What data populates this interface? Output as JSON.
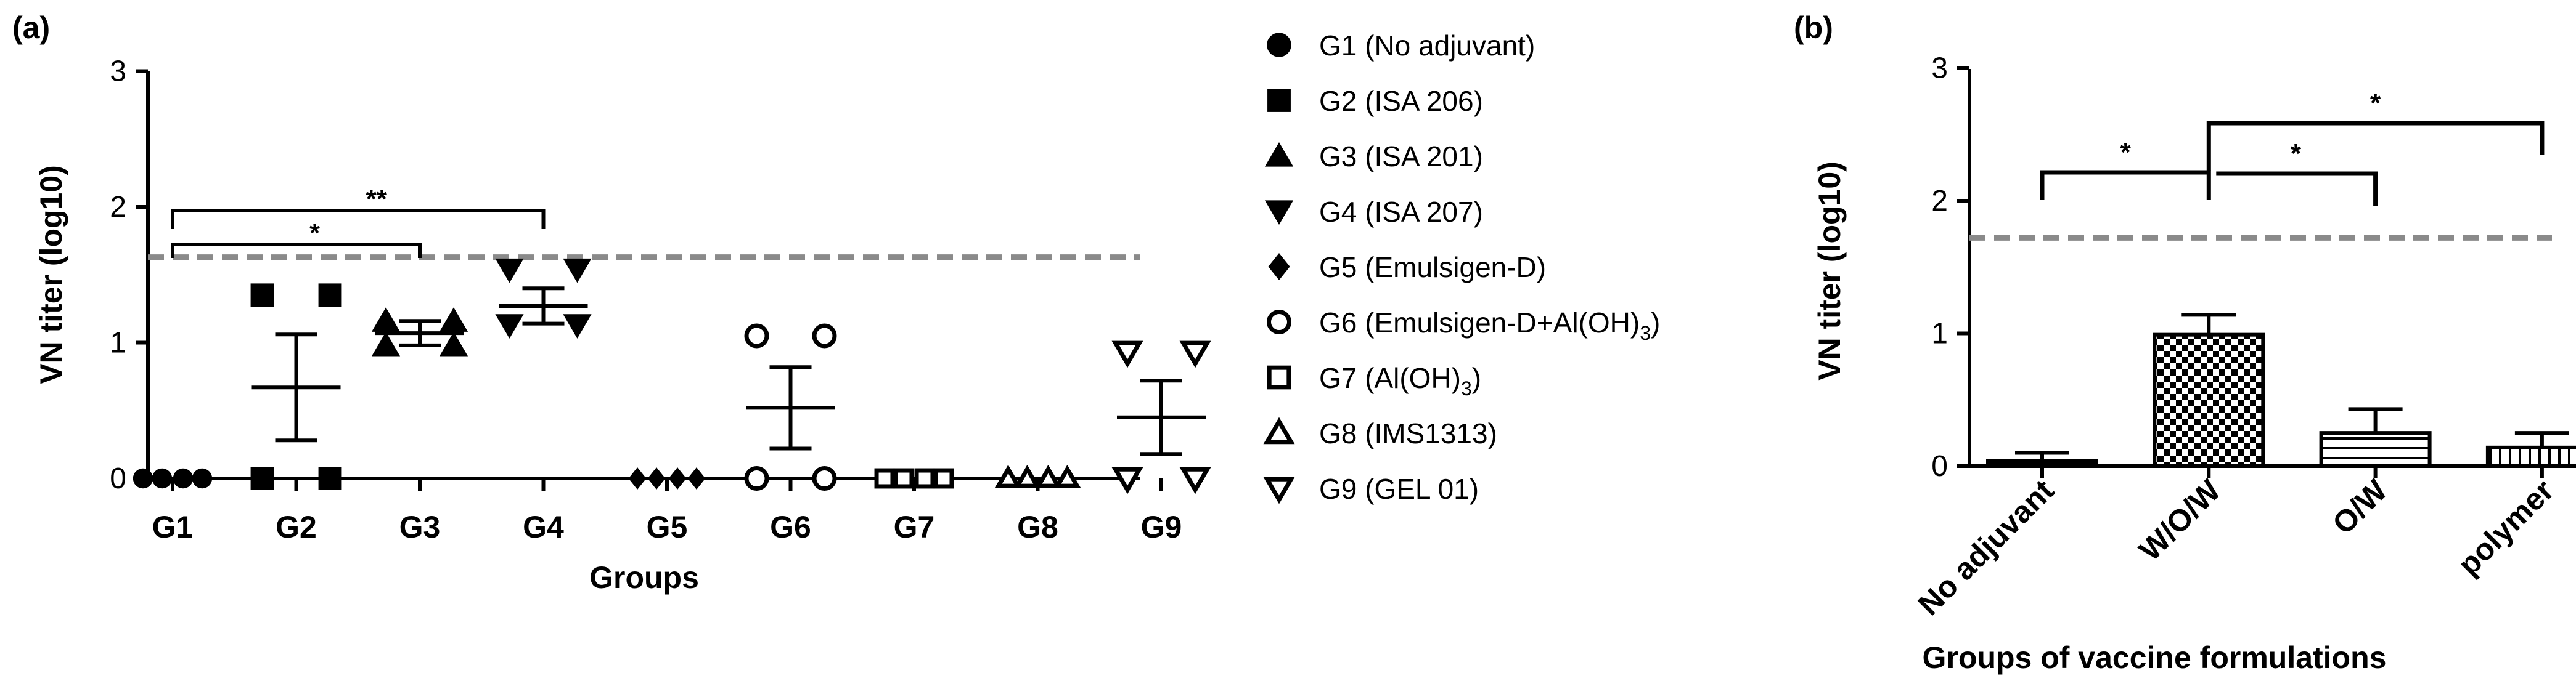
{
  "panels": {
    "a": "(a)",
    "b": "(b)"
  },
  "chart_data": [
    {
      "type": "scatter",
      "panel": "(a)",
      "ylabel": "VN titer  (log10)",
      "xlabel": "Groups",
      "ylim": [
        0,
        3
      ],
      "yticks": [
        "0",
        "1",
        "2",
        "3"
      ],
      "reference_line_y": 1.63,
      "categories": [
        "G1",
        "G2",
        "G3",
        "G4",
        "G5",
        "G6",
        "G7",
        "G8",
        "G9"
      ],
      "series": [
        {
          "group": "G1",
          "marker": "filled-circle",
          "points": [
            0,
            0,
            0,
            0
          ],
          "mean": 0,
          "sem": 0
        },
        {
          "group": "G2",
          "marker": "filled-square",
          "points": [
            1.35,
            1.35,
            0,
            0
          ],
          "mean": 0.67,
          "sem": 0.39
        },
        {
          "group": "G3",
          "marker": "filled-triangle-up",
          "points": [
            1.16,
            1.16,
            0.98,
            0.98
          ],
          "mean": 1.07,
          "sem": 0.09
        },
        {
          "group": "G4",
          "marker": "filled-triangle-down",
          "points": [
            1.54,
            1.54,
            1.13,
            1.13
          ],
          "mean": 1.27,
          "sem": 0.13
        },
        {
          "group": "G5",
          "marker": "filled-diamond",
          "points": [
            0,
            0,
            0,
            0
          ],
          "mean": 0,
          "sem": 0
        },
        {
          "group": "G6",
          "marker": "open-circle",
          "points": [
            1.05,
            1.05,
            0,
            0
          ],
          "mean": 0.52,
          "sem": 0.3
        },
        {
          "group": "G7",
          "marker": "open-square",
          "points": [
            0,
            0,
            0,
            0
          ],
          "mean": 0,
          "sem": 0
        },
        {
          "group": "G8",
          "marker": "open-triangle-up",
          "points": [
            0,
            0,
            0,
            0
          ],
          "mean": 0,
          "sem": 0
        },
        {
          "group": "G9",
          "marker": "open-triangle-down",
          "points": [
            0.93,
            0.93,
            0,
            0
          ],
          "mean": 0.45,
          "sem": 0.27
        }
      ],
      "significance": [
        {
          "from": "G1",
          "to": "G3",
          "label": "*"
        },
        {
          "from": "G1",
          "to": "G4",
          "label": "**"
        }
      ]
    },
    {
      "type": "bar",
      "panel": "(b)",
      "ylabel": "VN titer  (log10)",
      "xlabel": "Groups of vaccine formulations",
      "ylim": [
        0,
        3
      ],
      "yticks": [
        "0",
        "1",
        "2",
        "3"
      ],
      "reference_line_y": 1.72,
      "categories": [
        "No adjuvant",
        "W/O/W",
        "O/W",
        "polymer"
      ],
      "patterns": [
        "solid",
        "checker",
        "horizontal",
        "vertical"
      ],
      "values": [
        0.04,
        0.99,
        0.25,
        0.14
      ],
      "errors": [
        0.06,
        0.15,
        0.18,
        0.11
      ],
      "significance": [
        {
          "from": "No adjuvant",
          "to": "W/O/W",
          "label": "*"
        },
        {
          "from": "W/O/W",
          "to": "O/W",
          "label": "*"
        },
        {
          "from": "W/O/W",
          "to": "polymer",
          "label": "*"
        }
      ]
    }
  ],
  "legend": [
    {
      "marker": "filled-circle",
      "label": "G1 (No adjuvant)"
    },
    {
      "marker": "filled-square",
      "label": "G2 (ISA 206)"
    },
    {
      "marker": "filled-triangle-up",
      "label": "G3 (ISA 201)"
    },
    {
      "marker": "filled-triangle-down",
      "label": "G4 (ISA 207)"
    },
    {
      "marker": "filled-diamond",
      "label": "G5 (Emulsigen-D)"
    },
    {
      "marker": "open-circle",
      "label": "G6 (Emulsigen-D+Al(OH)",
      "subscript": "3",
      "suffix": ")"
    },
    {
      "marker": "open-square",
      "label": "G7 (Al(OH)",
      "subscript": "3",
      "suffix": ")"
    },
    {
      "marker": "open-triangle-up",
      "label": "G8 (IMS1313)"
    },
    {
      "marker": "open-triangle-down",
      "label": "G9 (GEL 01)"
    }
  ],
  "colors": {
    "ink": "#000000",
    "reference_line": "#8a8a8a"
  }
}
